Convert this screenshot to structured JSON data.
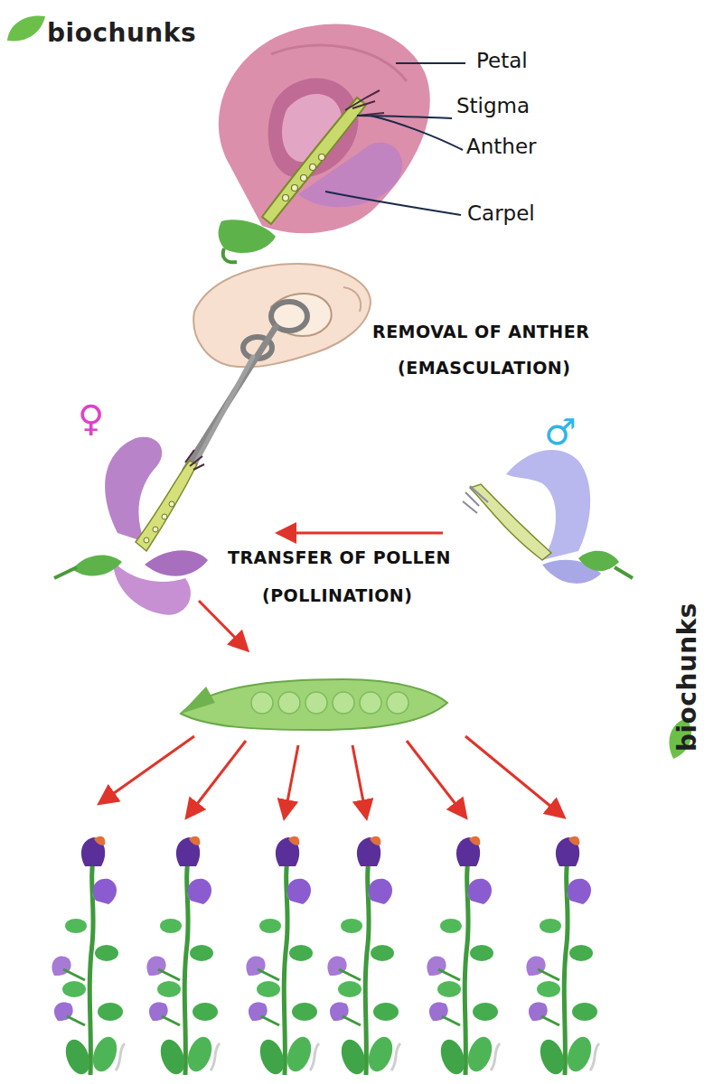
{
  "diagram": {
    "labels": [
      "biochunks",
      "Petal",
      "Stigma",
      "Anther",
      "Carpel",
      "REMOVAL OF ANTHER",
      "(EMASCULATION)",
      "♀",
      "♂",
      "TRANSFER OF POLLEN",
      "(POLLINATION)",
      "biochunks"
    ]
  }
}
